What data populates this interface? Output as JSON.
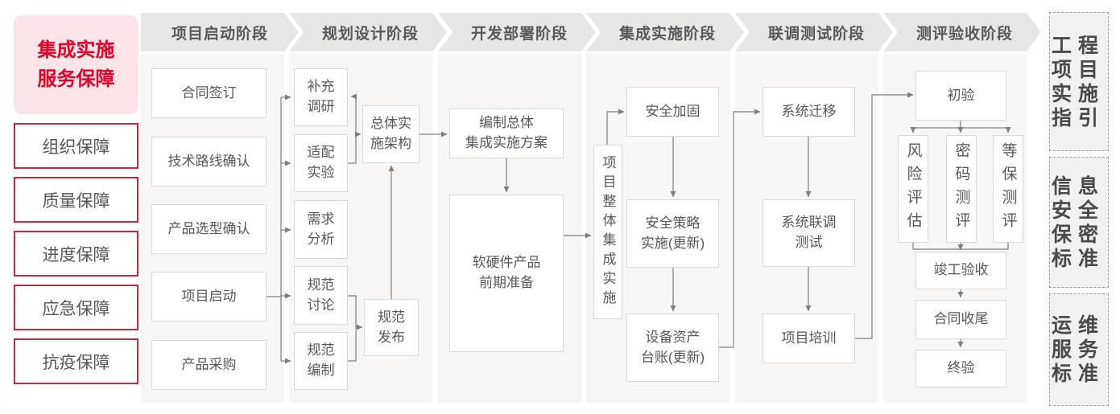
{
  "sidebar": {
    "header": "集成实施\n服务保障",
    "items": [
      "组织保障",
      "质量保障",
      "进度保障",
      "应急保障",
      "抗疫保障"
    ]
  },
  "phases": [
    "项目启动阶段",
    "规划设计阶段",
    "开发部署阶段",
    "集成实施阶段",
    "联调测试阶段",
    "测评验收阶段"
  ],
  "nodes": {
    "contract_signing": "合同签订",
    "tech_route": "技术路线确认",
    "product_selection": "产品选型确认",
    "project_kickoff": "项目启动",
    "procurement": "产品采购",
    "supplement_research": "补充\n调研",
    "adaptation_test": "适配\n实验",
    "requirement_analysis": "需求\n分析",
    "spec_discussion": "规范\n讨论",
    "spec_drafting": "规范\n编制",
    "overall_architecture": "总体实\n施架构",
    "spec_release": "规范\n发布",
    "overall_plan": "编制总体\n集成实施方案",
    "hw_sw_preparation": "软硬件产品\n前期准备",
    "project_integration": "项目整体集成实施",
    "security_hardening": "安全加固",
    "security_policy": "安全策略\n实施(更新)",
    "asset_ledger": "设备资产\n台账(更新)",
    "system_migration": "系统迁移",
    "joint_testing": "系统联调\n测试",
    "project_training": "项目培训",
    "initial_acceptance": "初验",
    "risk_assessment": "风险评估",
    "crypto_evaluation": "密码测评",
    "mlps_evaluation": "等保测评",
    "completion_acceptance": "竣工验收",
    "contract_closure": "合同收尾",
    "final_acceptance": "终验"
  },
  "right_panel": {
    "items": [
      "工程项目实施指引",
      "信息安全保密标准",
      "运维服务标准"
    ]
  },
  "colors": {
    "accent_red": "#e60027",
    "sidebar_pink": "#fbe5e8",
    "sidebar_border": "#cf2440",
    "phase_header_bg": "#e9e7e5",
    "column_bg": "#f7f6f5",
    "node_border": "#dbd9d6",
    "arrow": "#7f7f7f",
    "text": "#595757"
  }
}
